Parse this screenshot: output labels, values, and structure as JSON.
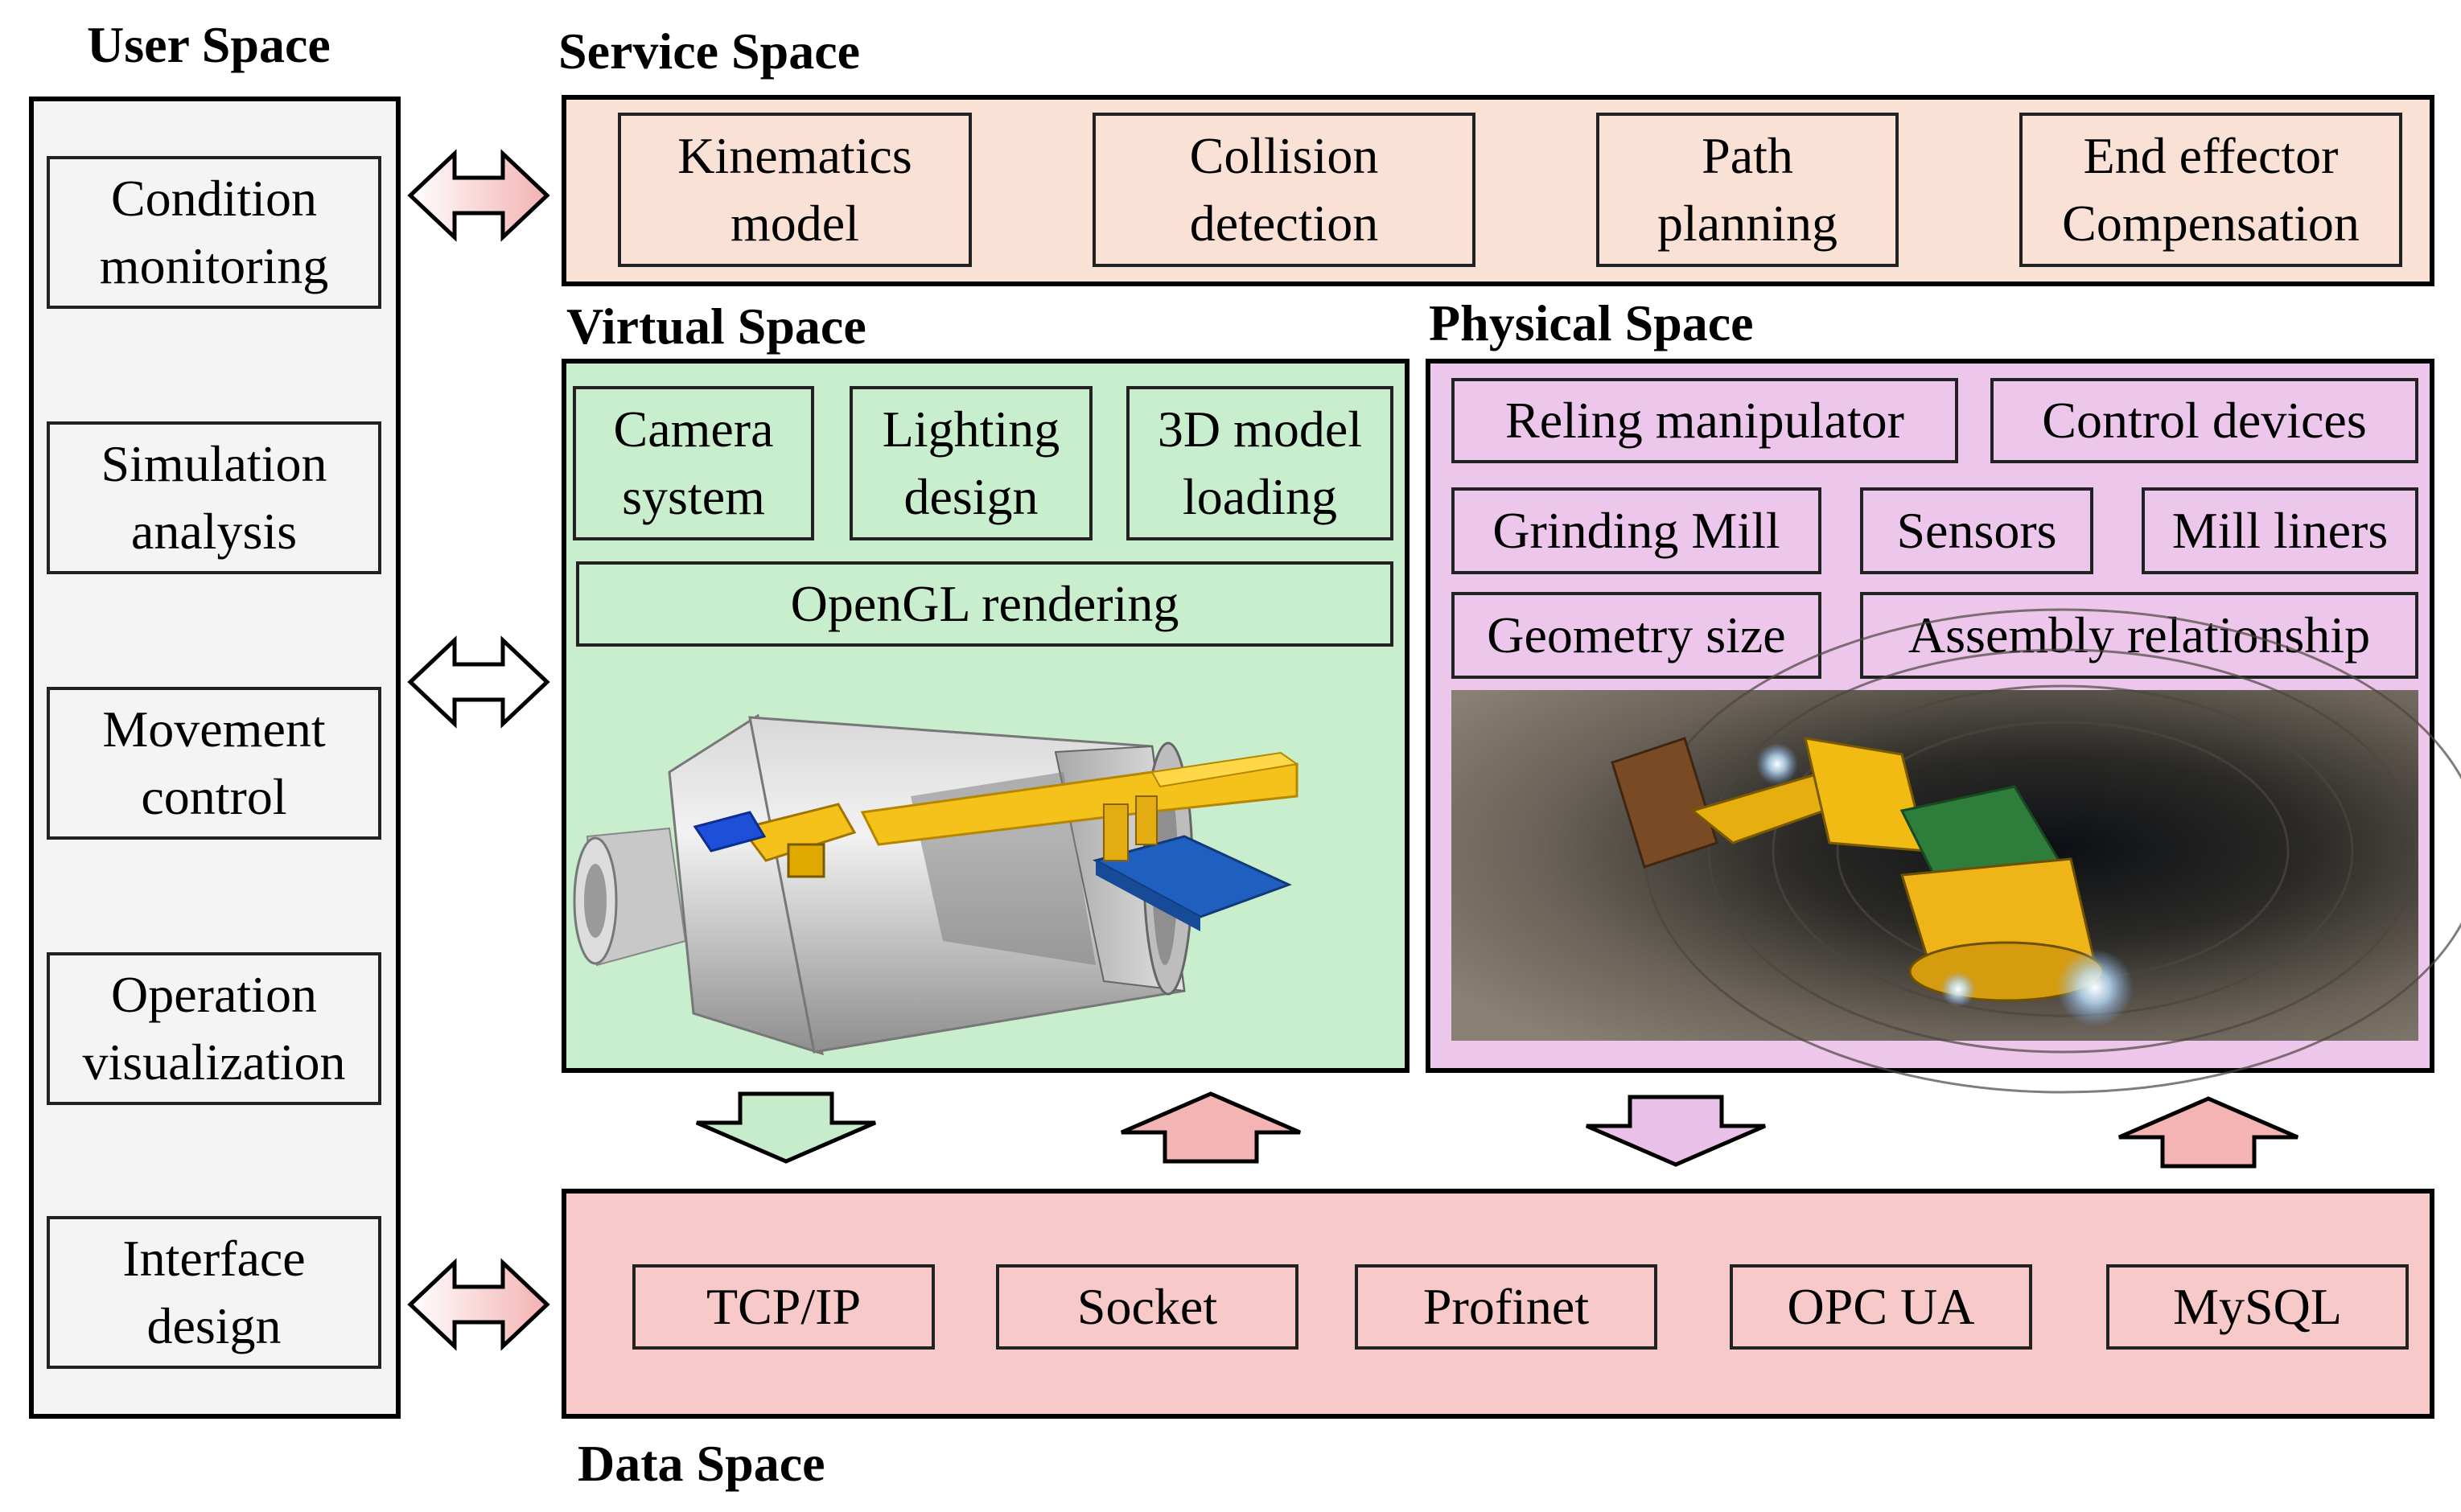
{
  "user_space": {
    "title": "User Space",
    "items": [
      {
        "label": "Condition\nmonitoring"
      },
      {
        "label": "Simulation\nanalysis"
      },
      {
        "label": "Movement\ncontrol"
      },
      {
        "label": "Operation\nvisualization"
      },
      {
        "label": "Interface\ndesign"
      }
    ]
  },
  "service_space": {
    "title": "Service Space",
    "items": [
      {
        "label": "Kinematics\nmodel"
      },
      {
        "label": "Collision\ndetection"
      },
      {
        "label": "Path\nplanning"
      },
      {
        "label": "End effector\nCompensation"
      }
    ]
  },
  "virtual_space": {
    "title": "Virtual Space",
    "items": [
      {
        "label": "Camera\nsystem"
      },
      {
        "label": "Lighting\ndesign"
      },
      {
        "label": "3D model\nloading"
      }
    ],
    "rendering": "OpenGL rendering"
  },
  "physical_space": {
    "title": "Physical Space",
    "items": [
      {
        "label": "Reling manipulator"
      },
      {
        "label": "Control devices"
      },
      {
        "label": "Grinding Mill"
      },
      {
        "label": "Sensors"
      },
      {
        "label": "Mill liners"
      },
      {
        "label": "Geometry size"
      },
      {
        "label": "Assembly relationship"
      }
    ]
  },
  "data_space": {
    "title": "Data Space",
    "items": [
      {
        "label": "TCP/IP"
      },
      {
        "label": "Socket"
      },
      {
        "label": "Profinet"
      },
      {
        "label": "OPC UA"
      },
      {
        "label": "MySQL"
      }
    ]
  },
  "colors": {
    "user": "#f4f4f4",
    "service": "#f9e2d5",
    "virtual": "#c9eecd",
    "physical": "#ecc7eb",
    "data": "#f7c9c9",
    "arrow_pink": "#f5b4b4",
    "arrow_green": "#c6eccb",
    "arrow_violet": "#e8c0e8"
  }
}
